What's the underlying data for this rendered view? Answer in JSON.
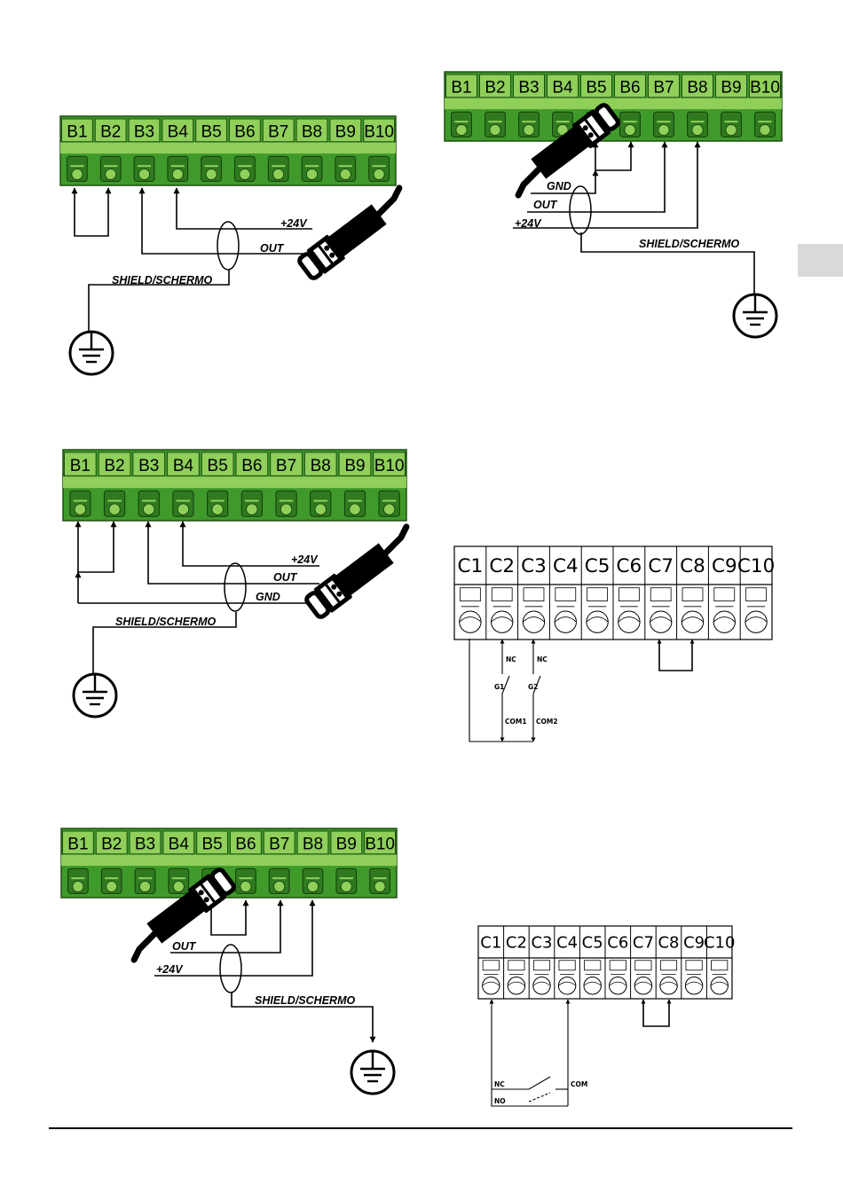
{
  "colors": {
    "terminal_green": "#3f9a2b",
    "terminal_light": "#8fcf5a",
    "terminal_dark": "#2f7a1f",
    "side_tab": "#d9d9d9"
  },
  "icons": [
    "sensor-icon",
    "ground-icon",
    "arrow-icon"
  ],
  "diagrams": [
    {
      "name": "diagram-b-left-1",
      "terminals": [
        "B1",
        "B2",
        "B3",
        "B4",
        "B5",
        "B6",
        "B7",
        "B8",
        "B9",
        "B10"
      ],
      "wires": [
        "+24V",
        "OUT",
        "SHIELD/SCHERMO"
      ]
    },
    {
      "name": "diagram-b-right-1",
      "terminals": [
        "B1",
        "B2",
        "B3",
        "B4",
        "B5",
        "B6",
        "B7",
        "B8",
        "B9",
        "B10"
      ],
      "wires": [
        "GND",
        "OUT",
        "+24V",
        "SHIELD/SCHERMO"
      ]
    },
    {
      "name": "diagram-b-left-2",
      "terminals": [
        "B1",
        "B2",
        "B3",
        "B4",
        "B5",
        "B6",
        "B7",
        "B8",
        "B9",
        "B10"
      ],
      "wires": [
        "+24V",
        "OUT",
        "GND",
        "SHIELD/SCHERMO"
      ]
    },
    {
      "name": "diagram-c-right-1",
      "terminals": [
        "C1",
        "C2",
        "C3",
        "C4",
        "C5",
        "C6",
        "C7",
        "C8",
        "C9",
        "C10"
      ],
      "switches": {
        "nc1": "NC",
        "nc2": "NC",
        "g1": "G1",
        "g2": "G2",
        "com1": "COM1",
        "com2": "COM2"
      }
    },
    {
      "name": "diagram-b-left-3",
      "terminals": [
        "B1",
        "B2",
        "B3",
        "B4",
        "B5",
        "B6",
        "B7",
        "B8",
        "B9",
        "B10"
      ],
      "wires": [
        "OUT",
        "+24V",
        "SHIELD/SCHERMO"
      ]
    },
    {
      "name": "diagram-c-right-2",
      "terminals": [
        "C1",
        "C2",
        "C3",
        "C4",
        "C5",
        "C6",
        "C7",
        "C8",
        "C9",
        "C10"
      ],
      "switches": {
        "nc": "NC",
        "no": "NO",
        "com": "COM"
      }
    }
  ]
}
